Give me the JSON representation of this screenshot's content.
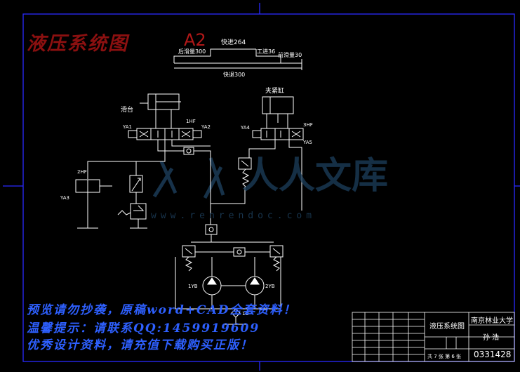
{
  "title": {
    "text": "液压系统图",
    "sheet": "A2"
  },
  "cycle": {
    "rapid_advance": "快进264",
    "work_feed": "工进36",
    "front_dwell": "前滑量30",
    "rear_dwell": "后滑量300",
    "rapid_return": "快退300"
  },
  "components": {
    "slide_table": "滑台",
    "clamp_cylinder": "夹紧缸",
    "ya1": "YA1",
    "ya2": "YA2",
    "ya3": "YA3",
    "ya4": "YA4",
    "ya5": "YA5",
    "hf1": "1HF",
    "hf2": "2HF",
    "hf3": "3HF",
    "pump1": "1YB",
    "pump2": "2YB",
    "filter": "1U"
  },
  "watermark": {
    "brand": "人人文库",
    "url": "www.renrendoc.com"
  },
  "notices": [
    "预览请勿抄袭，原稿word+CAD全套资料！",
    "温馨提示：请联系QQ:1459919609",
    "优秀设计资料，请充值下载购买正版！"
  ],
  "title_block": {
    "drawing_name": "液压系统图",
    "school": "南京林业大学",
    "number": "0331428",
    "name_cell": "孙  浩",
    "sheet_info": "共 7 张  第 6 张"
  },
  "colors": {
    "background": "#000000",
    "frame": "#2a2aff",
    "lines": "#ffffff",
    "title": "#8b1010",
    "notice": "#2e60ff",
    "watermark": "#1d3f5c"
  }
}
